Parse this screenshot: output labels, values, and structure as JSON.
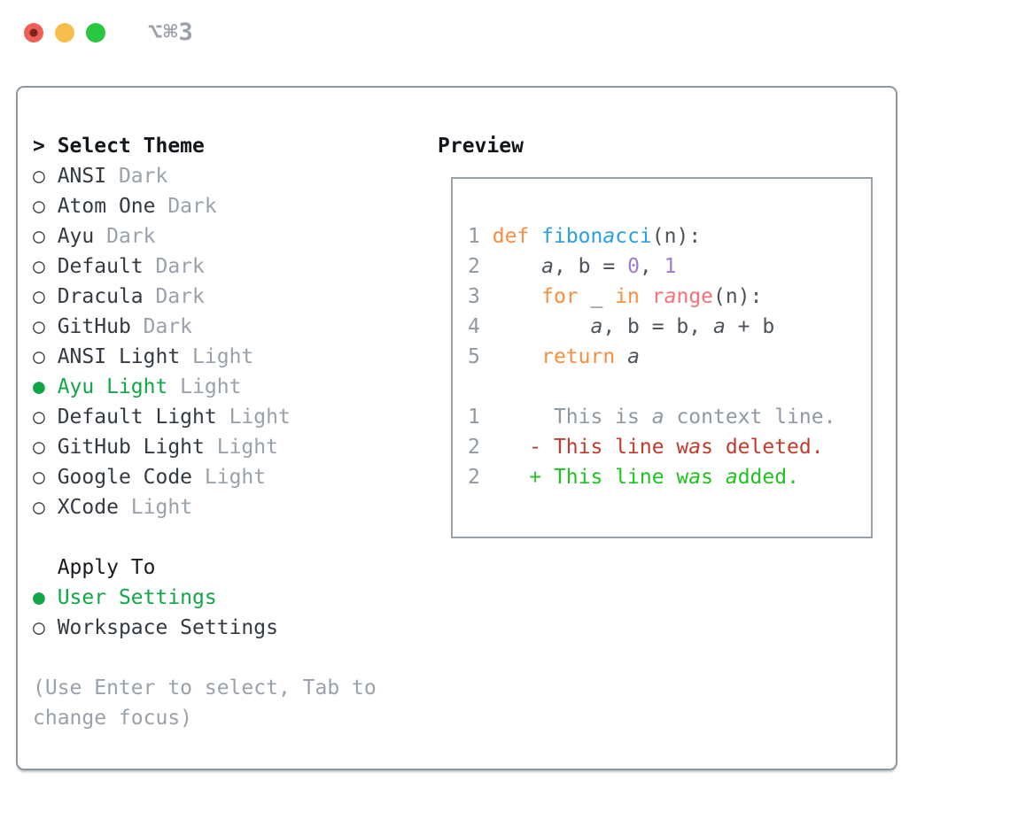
{
  "window": {
    "title": "⌥⌘3",
    "controls": [
      {
        "id": "close"
      },
      {
        "id": "minimize"
      },
      {
        "id": "zoom"
      }
    ]
  },
  "theme_picker": {
    "prompt": "> ",
    "title": "Select Theme",
    "radio_unselected": "○ ",
    "radio_selected": "● ",
    "items": [
      {
        "name": "ANSI",
        "variant": "Dark",
        "selected": false
      },
      {
        "name": "Atom One",
        "variant": "Dark",
        "selected": false
      },
      {
        "name": "Ayu",
        "variant": "Dark",
        "selected": false
      },
      {
        "name": "Default",
        "variant": "Dark",
        "selected": false
      },
      {
        "name": "Dracula",
        "variant": "Dark",
        "selected": false
      },
      {
        "name": "GitHub",
        "variant": "Dark",
        "selected": false
      },
      {
        "name": "ANSI Light",
        "variant": "Light",
        "selected": false
      },
      {
        "name": "Ayu Light",
        "variant": "Light",
        "selected": true
      },
      {
        "name": "Default Light",
        "variant": "Light",
        "selected": false
      },
      {
        "name": "GitHub Light",
        "variant": "Light",
        "selected": false
      },
      {
        "name": "Google Code",
        "variant": "Light",
        "selected": false
      },
      {
        "name": "XCode",
        "variant": "Light",
        "selected": false
      }
    ]
  },
  "apply_to": {
    "title": "Apply To",
    "options": [
      {
        "name": "User Settings",
        "selected": true
      },
      {
        "name": "Workspace Settings",
        "selected": false
      }
    ]
  },
  "help_text": [
    "(Use Enter to select, Tab to",
    "change focus)"
  ],
  "preview": {
    "title": "Preview",
    "lines": [
      {
        "kind": "code",
        "n": "1",
        "seg": [
          [
            " ",
            "fg"
          ],
          [
            "def",
            "kw"
          ],
          [
            " ",
            "fg"
          ],
          [
            "fibonacci",
            "fn"
          ],
          [
            "(n):",
            "fg"
          ]
        ]
      },
      {
        "kind": "code",
        "n": "2",
        "seg": [
          [
            "     a, b = ",
            "fg"
          ],
          [
            "0",
            "lit"
          ],
          [
            ", ",
            "fg"
          ],
          [
            "1",
            "lit"
          ]
        ]
      },
      {
        "kind": "code",
        "n": "3",
        "seg": [
          [
            "     ",
            "fg"
          ],
          [
            "for",
            "kw"
          ],
          [
            " _ ",
            "fg"
          ],
          [
            "in",
            "kw"
          ],
          [
            " ",
            "fg"
          ],
          [
            "range",
            "call"
          ],
          [
            "(n):",
            "fg"
          ]
        ]
      },
      {
        "kind": "code",
        "n": "4",
        "seg": [
          [
            "         a, b = b, a + b",
            "fg"
          ]
        ]
      },
      {
        "kind": "code",
        "n": "5",
        "seg": [
          [
            "     ",
            "fg"
          ],
          [
            "return",
            "kw"
          ],
          [
            " a",
            "fg"
          ]
        ]
      },
      {
        "kind": "blank",
        "n": "",
        "seg": []
      },
      {
        "kind": "context",
        "n": "1",
        "seg": [
          [
            "      This is a context line.",
            "ctx"
          ]
        ]
      },
      {
        "kind": "deleted",
        "n": "2",
        "seg": [
          [
            "    - This line was deleted.",
            "del"
          ]
        ]
      },
      {
        "kind": "added",
        "n": "2",
        "seg": [
          [
            "    + This line was added.",
            "add"
          ]
        ]
      }
    ]
  },
  "colors": {
    "selection-green": "#10a747",
    "keyword-orange": "#fa8d3e",
    "function-blue": "#29a0e2",
    "literal-purple": "#a37acc",
    "call-coral": "#f6717a",
    "code-gray": "#4c535b",
    "linenum-gray": "#9099a2",
    "muted-gray": "#99a1ab",
    "diff-deleted-red": "#c23b2a",
    "diff-added-green": "#1ec41e",
    "border-gray": "#8e96a0",
    "traffic-red": "#ef5f55",
    "traffic-yellow": "#f7bd4f",
    "traffic-green": "#2cc740"
  }
}
